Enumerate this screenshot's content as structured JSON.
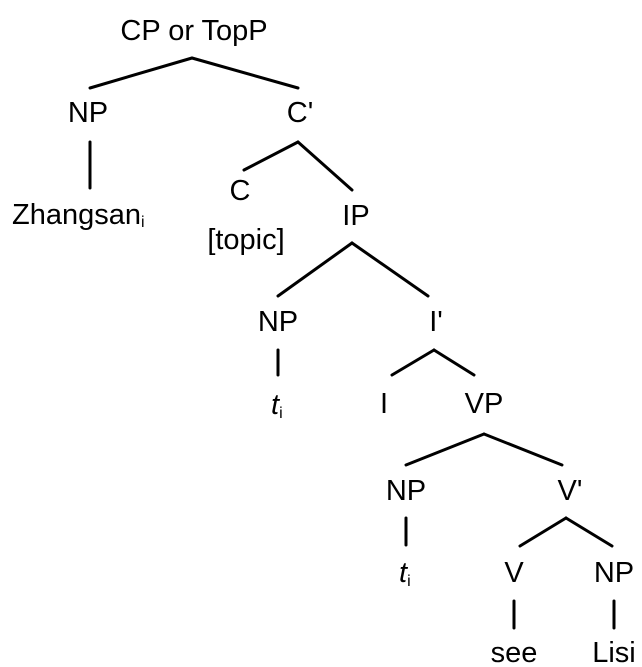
{
  "tree": {
    "root": "CP or TopP",
    "subject_np": "NP",
    "subject_word": "Zhangsan",
    "subject_index": "i",
    "c_bar": "C'",
    "c_head": "C",
    "c_feature": "[topic]",
    "ip": "IP",
    "ip_np": "NP",
    "ip_trace": "t",
    "ip_trace_index": "i",
    "i_bar": "I'",
    "i_head": "I",
    "vp": "VP",
    "vp_np": "NP",
    "vp_trace": "t",
    "vp_trace_index": "i",
    "v_bar": "V'",
    "v_head": "V",
    "verb": "see",
    "object_np": "NP",
    "object_word": "Lisi"
  }
}
